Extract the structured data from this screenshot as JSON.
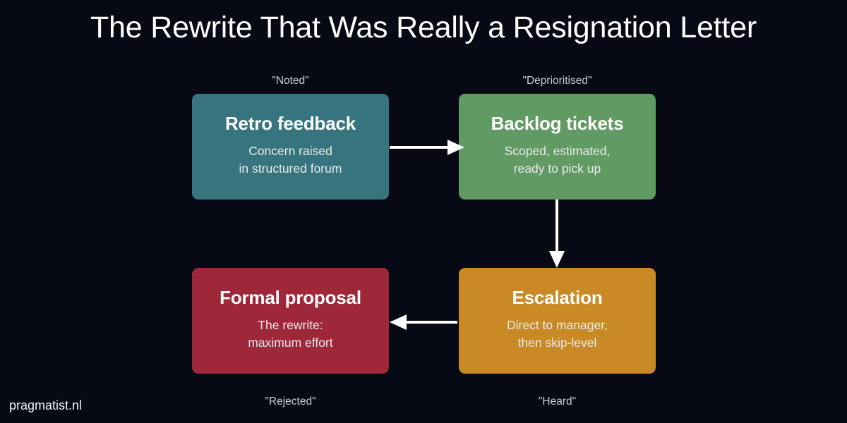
{
  "page": {
    "title": "The Rewrite That Was Really a Resignation Letter",
    "watermark": "pragmatist.nl",
    "background_color": "#070a14"
  },
  "diagram": {
    "type": "flowchart",
    "nodes": [
      {
        "id": "retro",
        "title": "Retro feedback",
        "subtitle": "Concern raised\nin structured forum",
        "caption": "\"Noted\"",
        "caption_position": "above",
        "color": "#37757e"
      },
      {
        "id": "backlog",
        "title": "Backlog tickets",
        "subtitle": "Scoped, estimated,\nready to pick up",
        "caption": "\"Deprioritised\"",
        "caption_position": "above",
        "color": "#629a63"
      },
      {
        "id": "escalation",
        "title": "Escalation",
        "subtitle": "Direct to manager,\nthen skip-level",
        "caption": "\"Heard\"",
        "caption_position": "below",
        "color": "#c98a25"
      },
      {
        "id": "proposal",
        "title": "Formal proposal",
        "subtitle": "The rewrite:\nmaximum effort",
        "caption": "\"Rejected\"",
        "caption_position": "below",
        "color": "#9e2839"
      }
    ],
    "edges": [
      {
        "id": "retro-to-backlog",
        "from": "retro",
        "to": "backlog",
        "direction": "right",
        "label": ""
      },
      {
        "id": "backlog-to-escalation",
        "from": "backlog",
        "to": "escalation",
        "direction": "down",
        "label": ""
      },
      {
        "id": "escalation-to-proposal",
        "from": "escalation",
        "to": "proposal",
        "direction": "left",
        "label": ""
      }
    ],
    "arrow_color": "#ffffff",
    "caption_color": "#c9cdd8",
    "title_color": "#ffffff"
  }
}
